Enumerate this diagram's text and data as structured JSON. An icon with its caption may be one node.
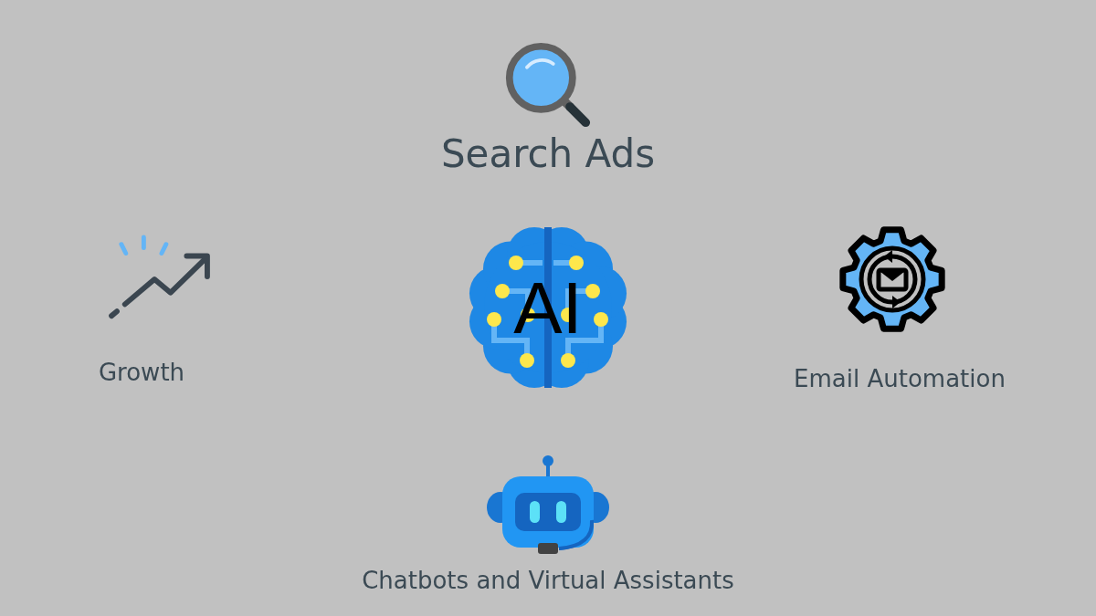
{
  "diagram": {
    "nodes": [
      {
        "text": [
          "Search Ads"
        ]
      },
      {
        "text": [
          "Growth"
        ]
      },
      {
        "text": [
          "AI"
        ]
      },
      {
        "text": [
          "Email Automation"
        ]
      },
      {
        "text": [
          "Chatbots and Virtual Assistants"
        ]
      }
    ]
  }
}
